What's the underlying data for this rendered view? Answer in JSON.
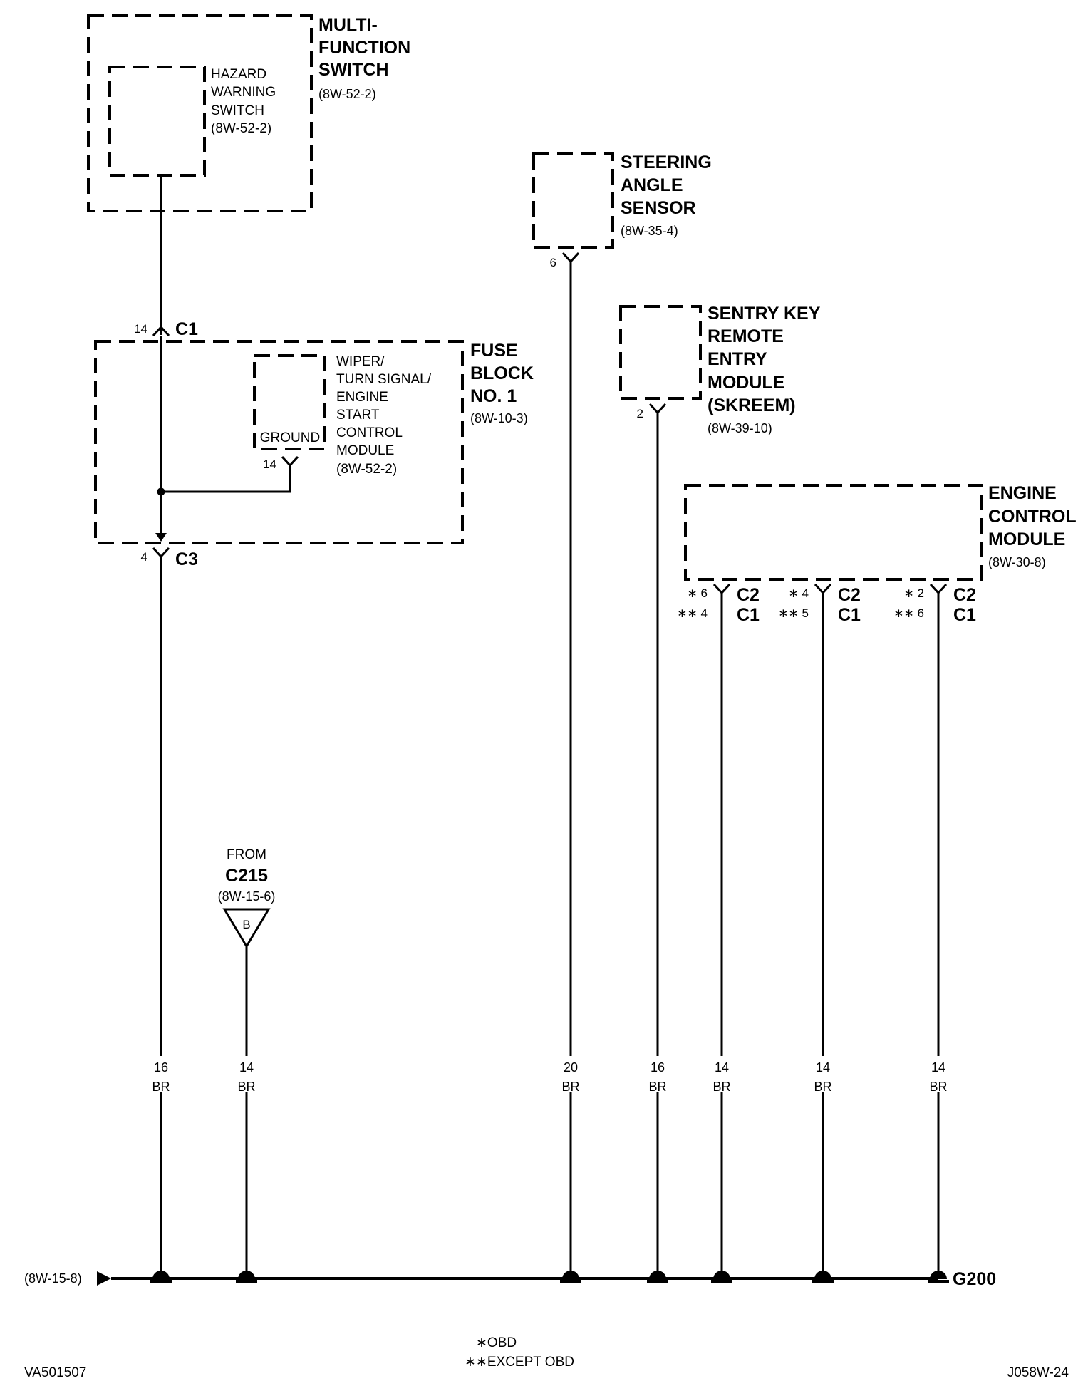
{
  "components": {
    "multi_function_switch": {
      "lines": [
        "MULTI-",
        "FUNCTION",
        "SWITCH"
      ],
      "ref": "(8W-52-2)"
    },
    "hazard_warning_switch": {
      "lines": [
        "HAZARD",
        "WARNING",
        "SWITCH"
      ],
      "ref": "(8W-52-2)"
    },
    "steering_angle_sensor": {
      "lines": [
        "STEERING",
        "ANGLE",
        "SENSOR"
      ],
      "ref": "(8W-35-4)",
      "pin": "6"
    },
    "skreem": {
      "lines": [
        "SENTRY KEY",
        "REMOTE",
        "ENTRY",
        "MODULE",
        "(SKREEM)"
      ],
      "ref": "(8W-39-10)",
      "pin": "2"
    },
    "fuse_block": {
      "lines": [
        "FUSE",
        "BLOCK",
        "NO. 1"
      ],
      "ref": "(8W-10-3)",
      "top_pin": "14",
      "top_connector": "C1",
      "bottom_pin": "4",
      "bottom_connector": "C3"
    },
    "wiper_module": {
      "lines": [
        "WIPER/",
        "TURN SIGNAL/",
        "ENGINE",
        "START",
        "CONTROL",
        "MODULE"
      ],
      "ref": "(8W-52-2)",
      "inner_label": "GROUND",
      "pin": "14"
    },
    "ecm": {
      "lines": [
        "ENGINE",
        "CONTROL",
        "MODULE"
      ],
      "ref": "(8W-30-8)",
      "pins": [
        {
          "obd_pin": "6",
          "except_pin": "4",
          "c2": "C2",
          "c1": "C1"
        },
        {
          "obd_pin": "4",
          "except_pin": "5",
          "c2": "C2",
          "c1": "C1"
        },
        {
          "obd_pin": "2",
          "except_pin": "6",
          "c2": "C2",
          "c1": "C1"
        }
      ]
    }
  },
  "from_connector": {
    "from": "FROM",
    "name": "C215",
    "ref": "(8W-15-6)",
    "letter": "B"
  },
  "wires": [
    {
      "gauge": "16",
      "color": "BR"
    },
    {
      "gauge": "14",
      "color": "BR"
    },
    {
      "gauge": "20",
      "color": "BR"
    },
    {
      "gauge": "16",
      "color": "BR"
    },
    {
      "gauge": "14",
      "color": "BR"
    },
    {
      "gauge": "14",
      "color": "BR"
    },
    {
      "gauge": "14",
      "color": "BR"
    }
  ],
  "ground": {
    "left_ref": "(8W-15-8)",
    "name": "G200"
  },
  "legend": {
    "obd": "OBD",
    "except_obd": "EXCEPT OBD",
    "star": "∗",
    "double_star": "∗∗"
  },
  "footer": {
    "left_id": "VA501507",
    "right_id": "J058W-24"
  }
}
